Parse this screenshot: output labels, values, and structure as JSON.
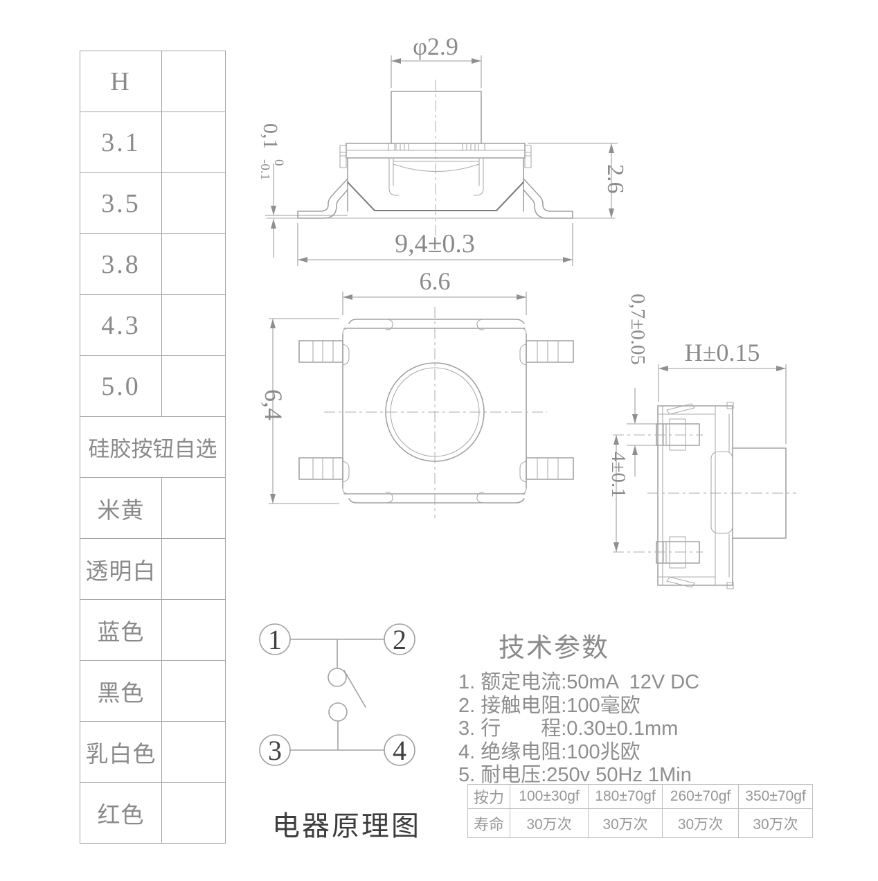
{
  "height_table": {
    "rows": [
      "H",
      "3.1",
      "3.5",
      "3.8",
      "4.3",
      "5.0",
      "硅胶按钮自选",
      "米黄",
      "透明白",
      "蓝色",
      "黑色",
      "乳白色",
      "红色"
    ]
  },
  "front_view": {
    "dim_button_dia": "φ2.9",
    "dim_width": "9,4±0.3",
    "dim_height": "2.6",
    "standoff_main": "0,1",
    "standoff_plus": "0",
    "standoff_minus": "-0.1"
  },
  "top_view": {
    "dim_width": "6.6",
    "dim_depth": "6,4"
  },
  "side_view": {
    "dim_total_height": "H±0.15",
    "dim_pin_thickness": "0,7±0.05",
    "dim_pin_pitch": "4±0.1"
  },
  "schematic": {
    "pin1": "1",
    "pin2": "2",
    "pin3": "3",
    "pin4": "4",
    "caption": "电器原理图"
  },
  "tech_params": {
    "title": "技术参数",
    "items": [
      "1. 额定电流:50mA  12V DC",
      "2. 接触电阻:100毫欧",
      "3. 行　　程:0.30±0.1mm",
      "4. 绝缘电阻:100兆欧",
      "5. 耐电压:250v 50Hz 1Min"
    ]
  },
  "spec_table": {
    "row1_label": "按力",
    "row1_values": [
      "100±30gf",
      "180±70gf",
      "260±70gf",
      "350±70gf"
    ],
    "row2_label": "寿命",
    "row2_values": [
      "30万次",
      "30万次",
      "30万次",
      "30万次"
    ]
  },
  "colors": {
    "line": "#a2a2a2",
    "dark_line": "#7c7c7c",
    "dim_text": "#8a8a8a",
    "caption_text": "#3c3c3c",
    "table_border": "#a3a3a3",
    "spec_border": "#bfbfbf",
    "background": "#ffffff"
  }
}
